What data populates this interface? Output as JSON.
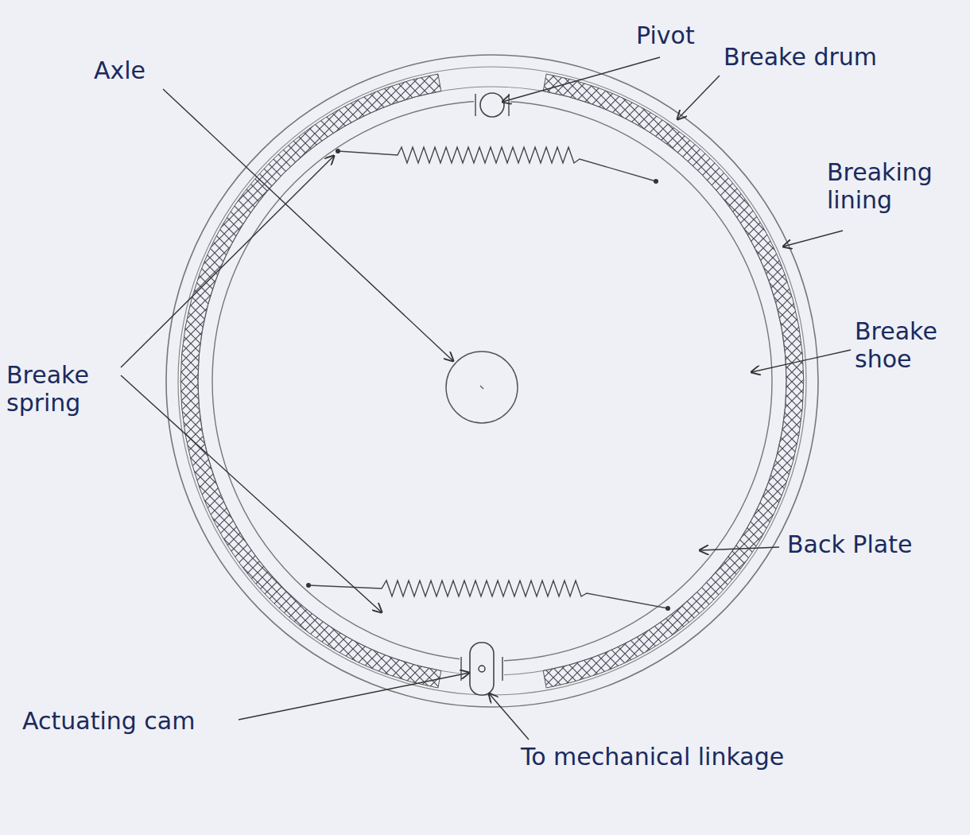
{
  "diagram": {
    "labels": [
      "Pivot",
      "Breake drum",
      "Axle",
      "Breaking lining",
      "Breake shoe",
      "Breake spring",
      "Back Plate",
      "Actuating cam",
      "To mechanical linkage"
    ]
  }
}
